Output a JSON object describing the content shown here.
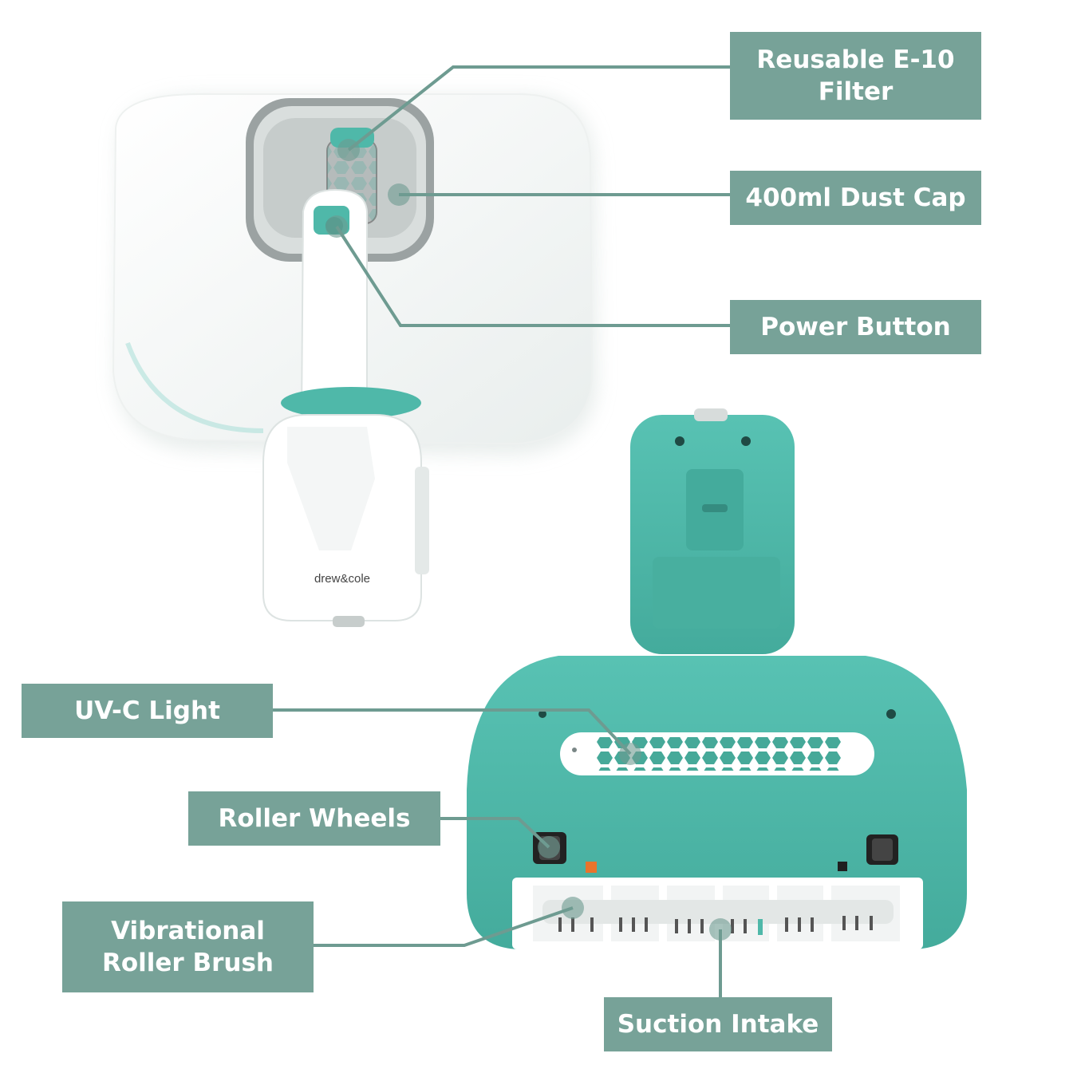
{
  "labels": {
    "filter": {
      "line1": "Reusable E-10",
      "line2": "Filter"
    },
    "dust_cap": "400ml Dust Cap",
    "power_button": "Power Button",
    "uvc_light": "UV-C Light",
    "roller_wheels": "Roller Wheels",
    "roller_brush": {
      "line1": "Vibrational",
      "line2": "Roller Brush"
    },
    "suction_intake": "Suction Intake"
  },
  "brand_logo": "drew&cole",
  "colors": {
    "label_bg": "#77a298",
    "label_text": "#ffffff",
    "teal_body": "#4fb8a9",
    "callout_line": "#6e9b91"
  }
}
